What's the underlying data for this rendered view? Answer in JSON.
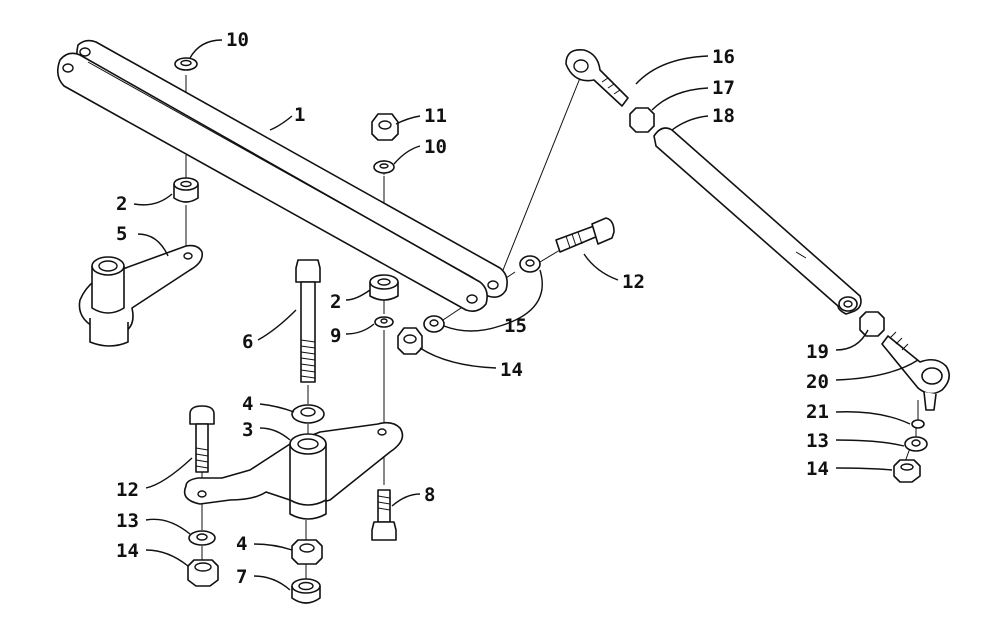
{
  "diagram": {
    "callouts": [
      {
        "id": "c10a",
        "label": "10"
      },
      {
        "id": "c1",
        "label": "1"
      },
      {
        "id": "c11",
        "label": "11"
      },
      {
        "id": "c10b",
        "label": "10"
      },
      {
        "id": "c2a",
        "label": "2"
      },
      {
        "id": "c5",
        "label": "5"
      },
      {
        "id": "c6",
        "label": "6"
      },
      {
        "id": "c2b",
        "label": "2"
      },
      {
        "id": "c9",
        "label": "9"
      },
      {
        "id": "c4a",
        "label": "4"
      },
      {
        "id": "c3",
        "label": "3"
      },
      {
        "id": "c12a",
        "label": "12"
      },
      {
        "id": "c13a",
        "label": "13"
      },
      {
        "id": "c14a",
        "label": "14"
      },
      {
        "id": "c4b",
        "label": "4"
      },
      {
        "id": "c7",
        "label": "7"
      },
      {
        "id": "c8",
        "label": "8"
      },
      {
        "id": "c15",
        "label": "15"
      },
      {
        "id": "c14b",
        "label": "14"
      },
      {
        "id": "c12b",
        "label": "12"
      },
      {
        "id": "c16",
        "label": "16"
      },
      {
        "id": "c17",
        "label": "17"
      },
      {
        "id": "c18",
        "label": "18"
      },
      {
        "id": "c19",
        "label": "19"
      },
      {
        "id": "c20",
        "label": "20"
      },
      {
        "id": "c21",
        "label": "21"
      },
      {
        "id": "c13b",
        "label": "13"
      },
      {
        "id": "c14c",
        "label": "14"
      }
    ]
  }
}
